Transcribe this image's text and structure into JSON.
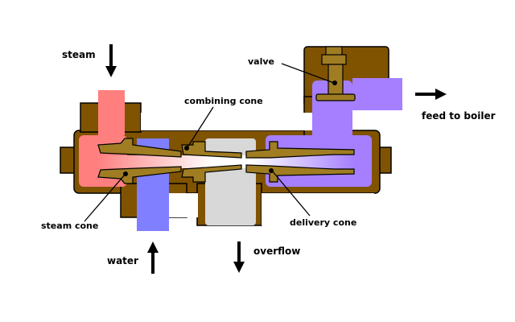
{
  "labels": {
    "steam": "steam",
    "water": "water",
    "overflow": "overflow",
    "feed": "feed to boiler",
    "valve": "valve",
    "combining_cone": "combining cone",
    "steam_cone": "steam cone",
    "delivery_cone": "delivery cone"
  },
  "colors": {
    "body": "#805300",
    "cones": "#a07d22",
    "steam": "#ff7f7f",
    "water": "#7f7fff",
    "feed": "#a57fff",
    "overflow": "#d8d8d8"
  }
}
